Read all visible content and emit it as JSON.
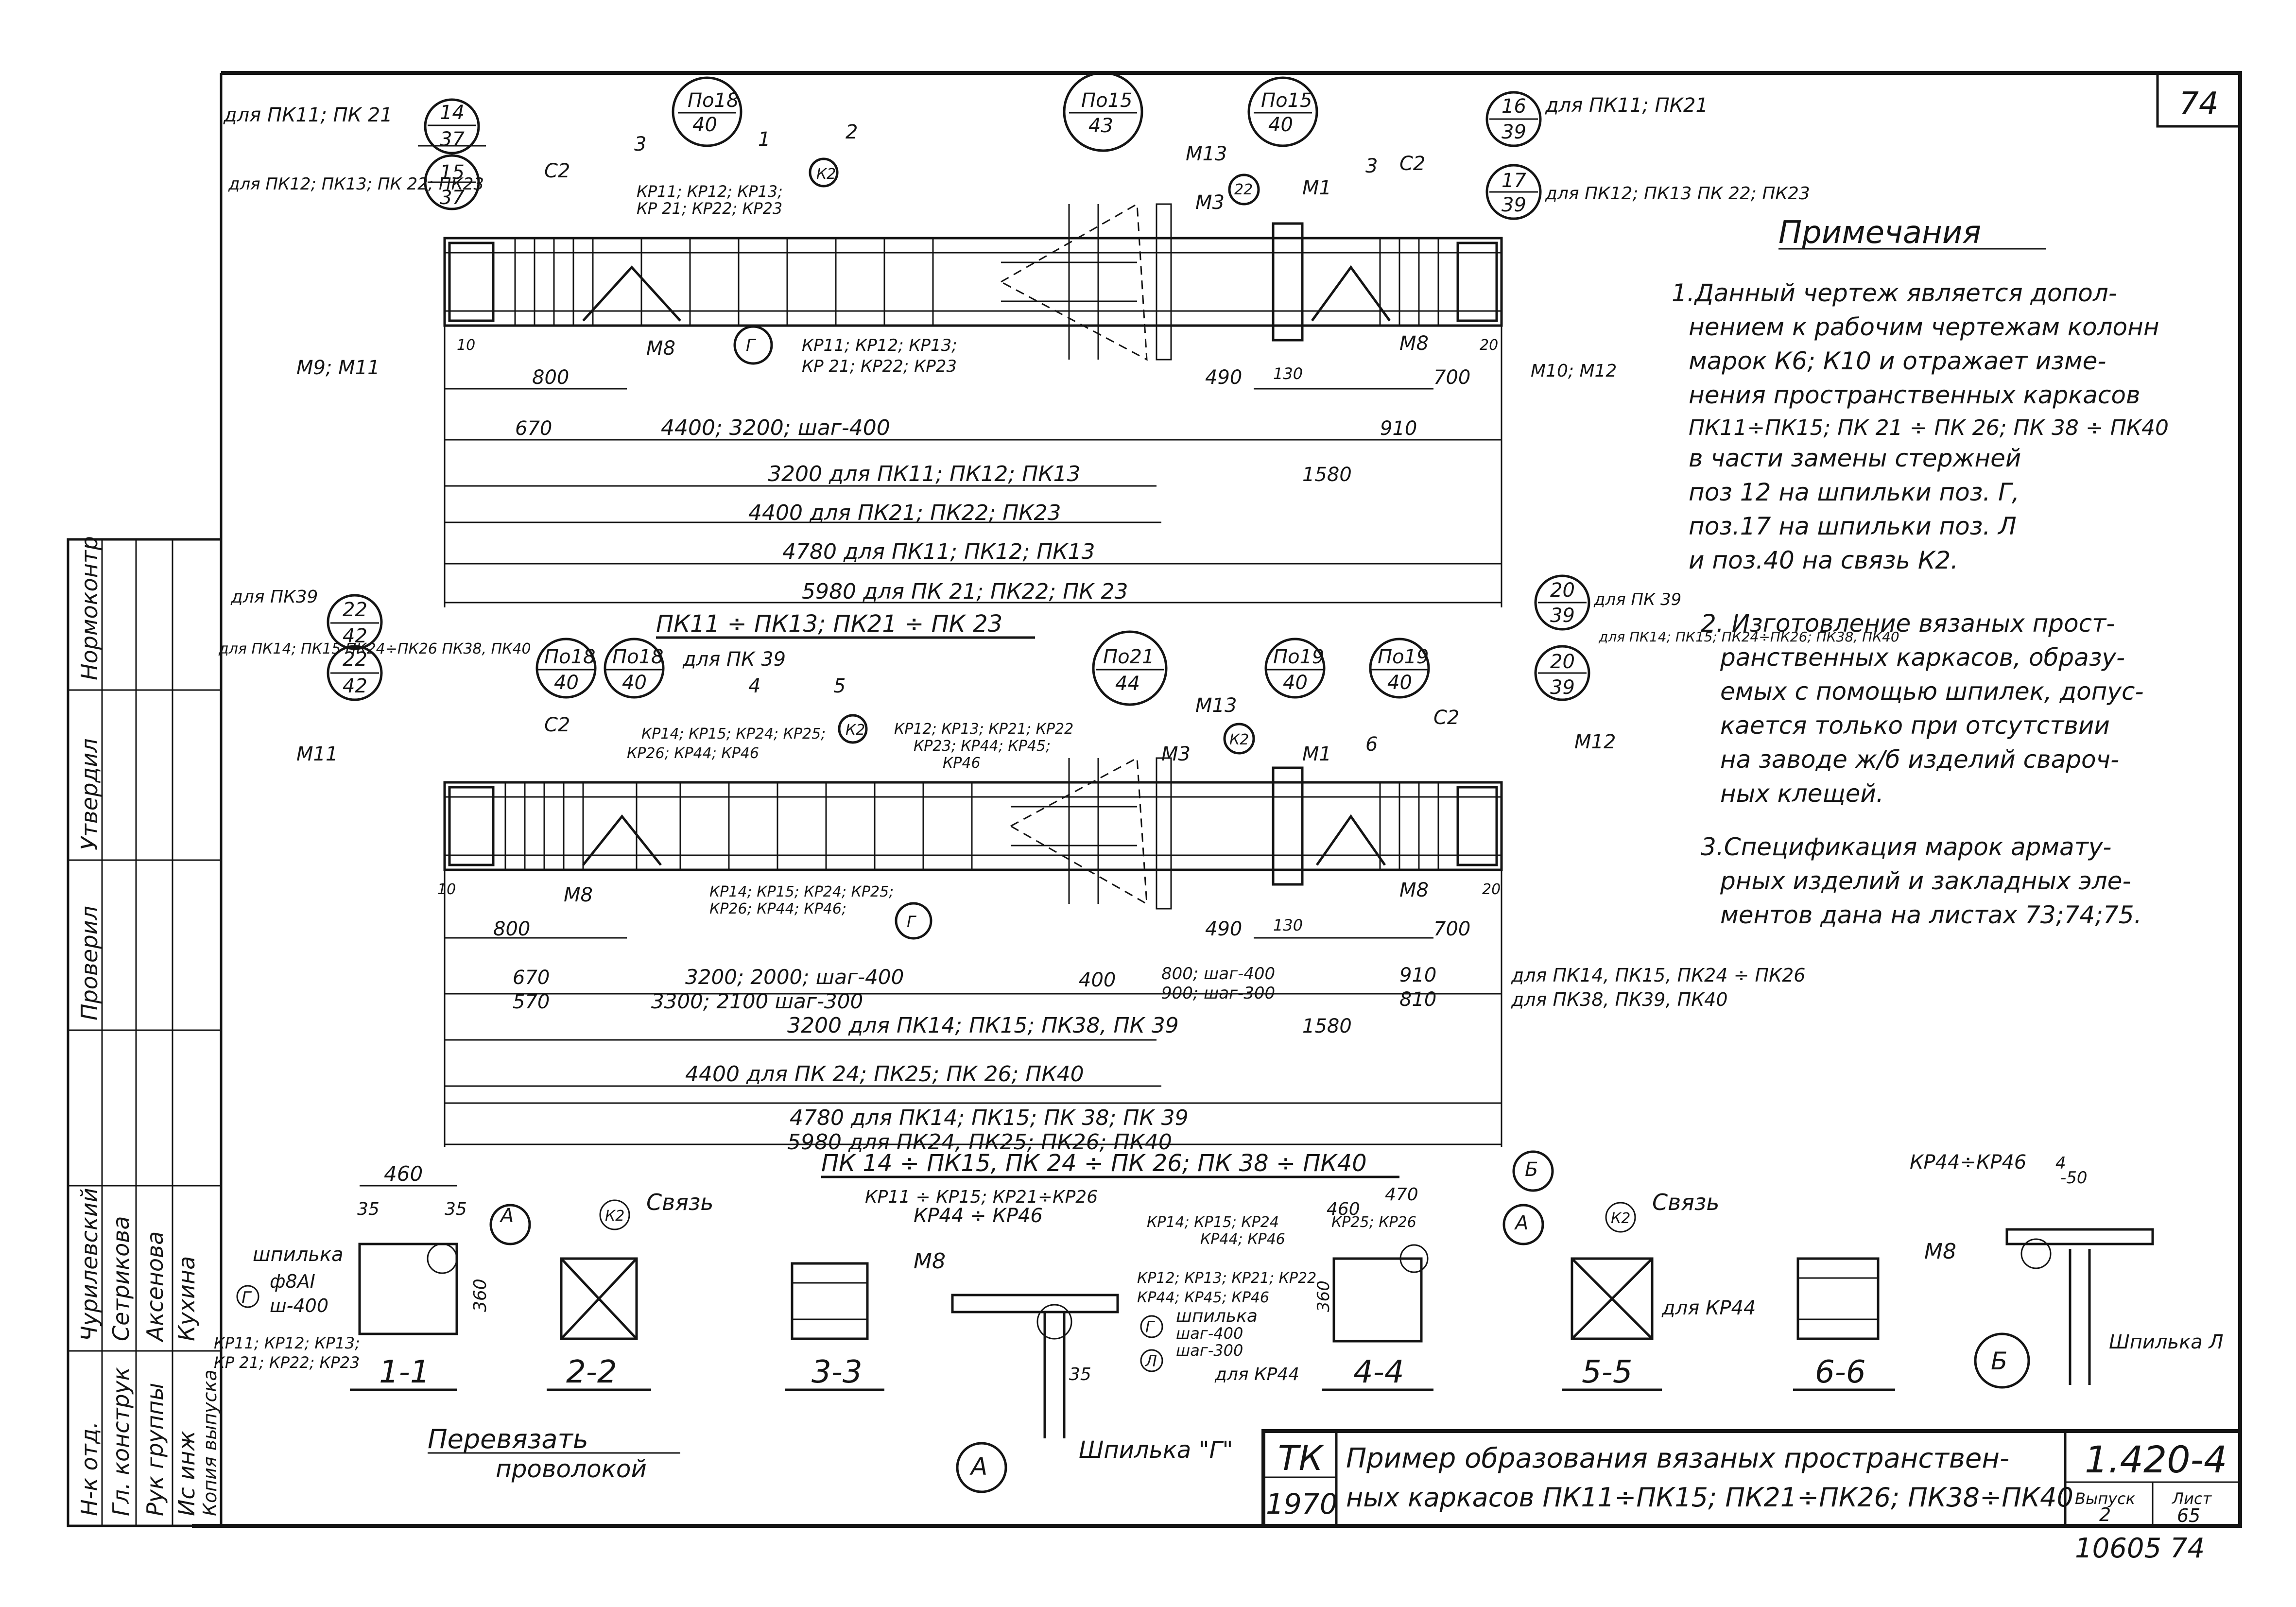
{
  "sheet_number": "74",
  "archive_number": "10605  74",
  "notes": {
    "heading": "Примечания",
    "items": [
      [
        "1.Данный чертеж является допол-",
        "нением к рабочим чертежам колонн",
        "марок К6; К10 и отражает изме-",
        "нения пространственных каркасов",
        "ПК11÷ПК15; ПК 21 ÷ ПК 26; ПК 38 ÷ ПК40",
        "в части замены стержней",
        "поз 12 на шпильки поз. Г,",
        "поз.17 на шпильки поз. Л",
        "и поз.40 на связь К2."
      ],
      [
        "2. Изготовление вязаных прост-",
        "ранственных каркасов, образу-",
        "емых с помощью шпилек, допус-",
        "кается только при отсутствии",
        "на заводе ж/б изделий свароч-",
        "ных клещей."
      ],
      [
        "3.Спецификация марок армату-",
        "рных изделий и закладных эле-",
        "ментов дана на листах 73;74;75."
      ]
    ]
  },
  "upper_frame": {
    "callouts": [
      {
        "label": "для ПК11; ПК 21",
        "num": "14",
        "den": "37"
      },
      {
        "label": "для ПК12; ПК13; ПК 22; ПК23",
        "num": "15",
        "den": "37"
      },
      {
        "label": "",
        "num": "По18",
        "den": "40"
      },
      {
        "label": "",
        "num": "По15",
        "den": "43"
      },
      {
        "label": "",
        "num": "По15",
        "den": "40"
      },
      {
        "label": "для ПК11; ПК21",
        "num": "16",
        "den": "39"
      },
      {
        "label": "для ПК12; ПК13 ПК 22; ПК23",
        "num": "17",
        "den": "39"
      }
    ],
    "labels": {
      "c2_left": "С2",
      "c2_right": "С2",
      "sec3": "3",
      "sec1": "1",
      "sec2": "2",
      "kr_top": "КР11; КР12; КР13;",
      "kr_top2": "КР 21; КР22; КР23",
      "k2": "К2",
      "m13": "М13",
      "m3": "М3",
      "m1": "М1",
      "m8": "М8",
      "m9": "М9; М11",
      "m10": "М10; М12",
      "g": "Г",
      "kr_mid": "КР11; КР12; КР13;",
      "kr_mid2": "КР 21; КР22; КР23",
      "n22": "22"
    },
    "dimensions": {
      "d10": "10",
      "d800": "800",
      "d490": "490",
      "d130": "130",
      "d700": "700",
      "d20": "20",
      "d670": "670",
      "step": "4400;  3200; шаг-400",
      "d910": "910",
      "row1": "3200 для ПК11; ПК12; ПК13",
      "d1580": "1580",
      "row2": "4400 для ПК21; ПК22; ПК23",
      "row3": "4780 для ПК11; ПК12; ПК13",
      "row4": "5980 для ПК 21; ПК22; ПК 23",
      "title": "ПК11 ÷ ПК13; ПК21 ÷ ПК 23"
    }
  },
  "lower_frame": {
    "callouts": [
      {
        "label": "для ПК39",
        "num": "22",
        "den": "42"
      },
      {
        "label": "для ПК14; ПК15 ПК24÷ПК26 ПК38, ПК40",
        "num": "22",
        "den": "42"
      },
      {
        "label": "",
        "num": "По18",
        "den": "40"
      },
      {
        "label": "",
        "num": "По18",
        "den": "40"
      },
      {
        "label": "",
        "num": "По21",
        "den": "44"
      },
      {
        "label": "",
        "num": "По19",
        "den": "40"
      },
      {
        "label": "",
        "num": "По19",
        "den": "40"
      },
      {
        "label": "для ПК 39",
        "num": "20",
        "den": "39"
      },
      {
        "label": "для ПК14; ПК15; ПК24÷ПК26; ПК38, ПК40",
        "num": "20",
        "den": "39"
      }
    ],
    "labels": {
      "for39": "для ПК 39",
      "c2_left": "С2",
      "c2_right": "С2",
      "m11": "М11",
      "m12": "М12",
      "kr_a": "КР14; КР15; КР24; КР25;",
      "kr_a2": "КР26; КР44; КР46",
      "kr_b": "КР12; КР13; КР21; КР22",
      "kr_b2": "КР23; КР44; КР45;",
      "kr_b3": "КР46",
      "m13": "М13",
      "m3": "М3",
      "m1": "М1",
      "k2": "К2",
      "m8": "М8",
      "sec4": "4",
      "sec5": "5",
      "sec6": "6",
      "kr_c": "КР14; КР15; КР24; КР25;",
      "kr_c2": "КР26; КР44; КР46;",
      "g": "Г",
      "lbl1": "для ПК14; ПК15 ПК24÷ПК26 ПК38, ПК40"
    },
    "dimensions": {
      "d10": "10",
      "d800": "800",
      "d490": "490",
      "d130": "130",
      "d700": "700",
      "d20": "20",
      "d670": "670",
      "d570": "570",
      "steps1": "3200; 2000; шаг-400",
      "steps2": "3300; 2100 шаг-300",
      "d400": "400",
      "steps3": "800; шаг-400",
      "steps4": "900; шаг-300",
      "d910": "910",
      "d810": "810",
      "for1": "для ПК14, ПК15, ПК24 ÷ ПК26",
      "for2": "для ПК38, ПК39, ПК40",
      "row1": "3200 для ПК14; ПК15; ПК38, ПК 39",
      "d1580": "1580",
      "row2": "4400 для ПК 24; ПК25; ПК 26; ПК40",
      "row3": "4780 для ПК14; ПК15; ПК 38; ПК 39",
      "row4": "5980 для ПК24, ПК25; ПК26; ПК40",
      "title": "ПК 14 ÷ ПК15, ПК 24 ÷ ПК 26; ПК 38 ÷ ПК40"
    }
  },
  "sections": {
    "s11": {
      "title": "1-1",
      "d460": "460",
      "d35a": "35",
      "d35b": "35",
      "d360": "360",
      "stud": "шпилька",
      "g": "Г",
      "dia": "ф8АI",
      "step": "ш-400",
      "a": "А",
      "kr": "КР11; КР12; КР13;",
      "kr2": "КР 21; КР22; КР23"
    },
    "s22": {
      "title": "2-2",
      "k2": "К2",
      "link": "Связь"
    },
    "s33": {
      "title": "3-3",
      "m8": "М8"
    },
    "s44": {
      "title": "4-4",
      "d460": "460",
      "d470": "470",
      "b": "Б",
      "a": "А",
      "kr": "КР14; КР15; КР24",
      "kr2": "КР44; КР46",
      "krr": "КР25; КР26",
      "kr3": "КР12; КР13; КР21; КР22",
      "kr4": "КР44; КР45; КР46",
      "stud": "шпилька",
      "g": "Г",
      "l": "Л",
      "step1": "шаг-400",
      "step2": "шаг-300",
      "for44": "для КР44",
      "d360": "360"
    },
    "s55": {
      "title": "5-5",
      "k2": "К2",
      "link": "Связь",
      "for44": "для КР44"
    },
    "s66": {
      "title": "6-6",
      "m8": "М8"
    }
  },
  "detail_a": {
    "kr": "КР11 ÷ КР15; КР21÷КР26",
    "kr2": "КР44 ÷ КР46",
    "d35": "35",
    "stud": "Шпилька \"Г\"",
    "a": "А",
    "tie": "Перевязать",
    "tie2": "проволокой"
  },
  "detail_b": {
    "kr": "КР44÷КР46",
    "d4": "4",
    "d50": "-50",
    "stud": "Шпилька Л",
    "b": "Б"
  },
  "title_block": {
    "tk": "ТК",
    "year": "1970",
    "title": "Пример образования вязаных пространствен-",
    "title2": "ных каркасов ПК11÷ПК15; ПК21÷ПК26; ПК38÷ПК40",
    "code": "1.420-4",
    "issue_label": "Выпуск",
    "issue": "2",
    "sheet_label": "Лист",
    "sheet": "65"
  },
  "side_stamp": {
    "columns": [
      "Н-к отд.",
      "Гл. конструк",
      "Рук группы",
      "Ис инж",
      "Копия выпуска"
    ],
    "names": [
      "Чурилевский",
      "Сетрикова",
      "Аксенова",
      "Кухина"
    ],
    "roles": [
      "Проверил",
      "Утвердил",
      "Нормоконтр"
    ]
  }
}
